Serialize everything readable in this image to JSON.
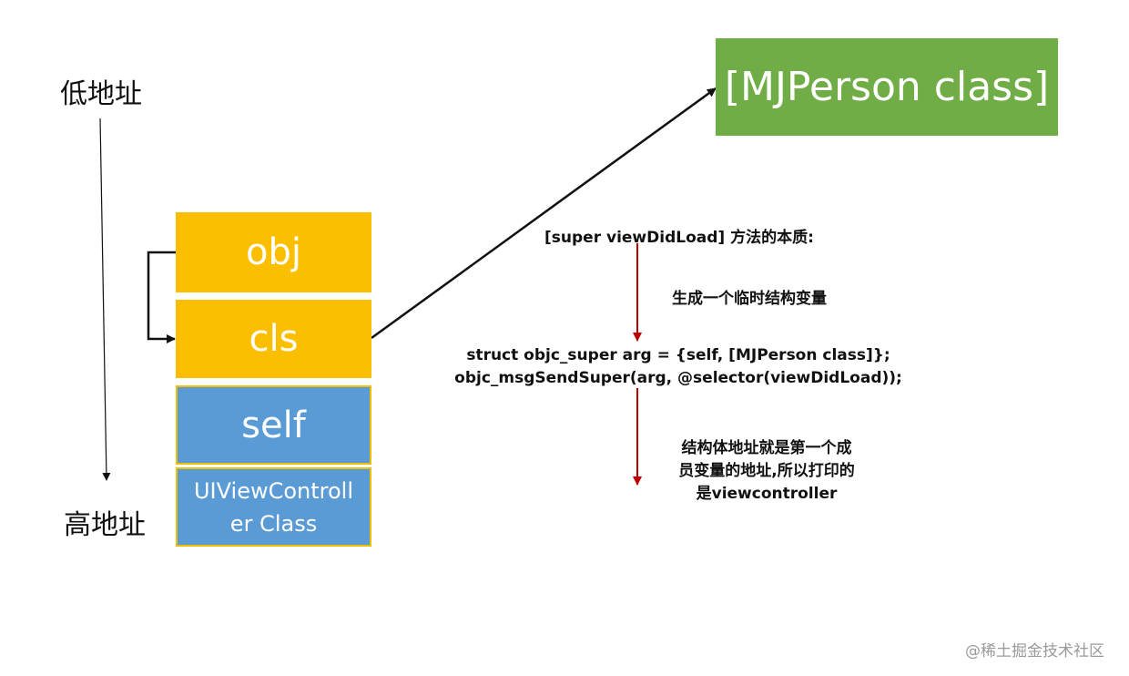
{
  "address_labels": {
    "low": "低地址",
    "high": "高地址"
  },
  "stack": {
    "obj": "obj",
    "cls": "cls",
    "self": "self",
    "vc_class_line1": "UIViewControll",
    "vc_class_line2": "er Class"
  },
  "target_box": "[MJPerson class]",
  "notes": {
    "title": "[super viewDidLoad] 方法的本质:",
    "step1": "生成一个临时结构变量",
    "code_line1": "struct objc_super arg = {self, [MJPerson class]};",
    "code_line2": "objc_msgSendSuper(arg, @selector(viewDidLoad));",
    "explain_line1": "结构体地址就是第一个成",
    "explain_line2": "员变量的地址,所以打印的",
    "explain_line3": "是viewcontroller"
  },
  "watermark": "@稀土掘金技术社区",
  "colors": {
    "stack_yellow": "#fbbf00",
    "stack_blue": "#5b9bd5",
    "target_green": "#70ad47",
    "arrow_red": "#c00000",
    "line_black": "#111111"
  }
}
